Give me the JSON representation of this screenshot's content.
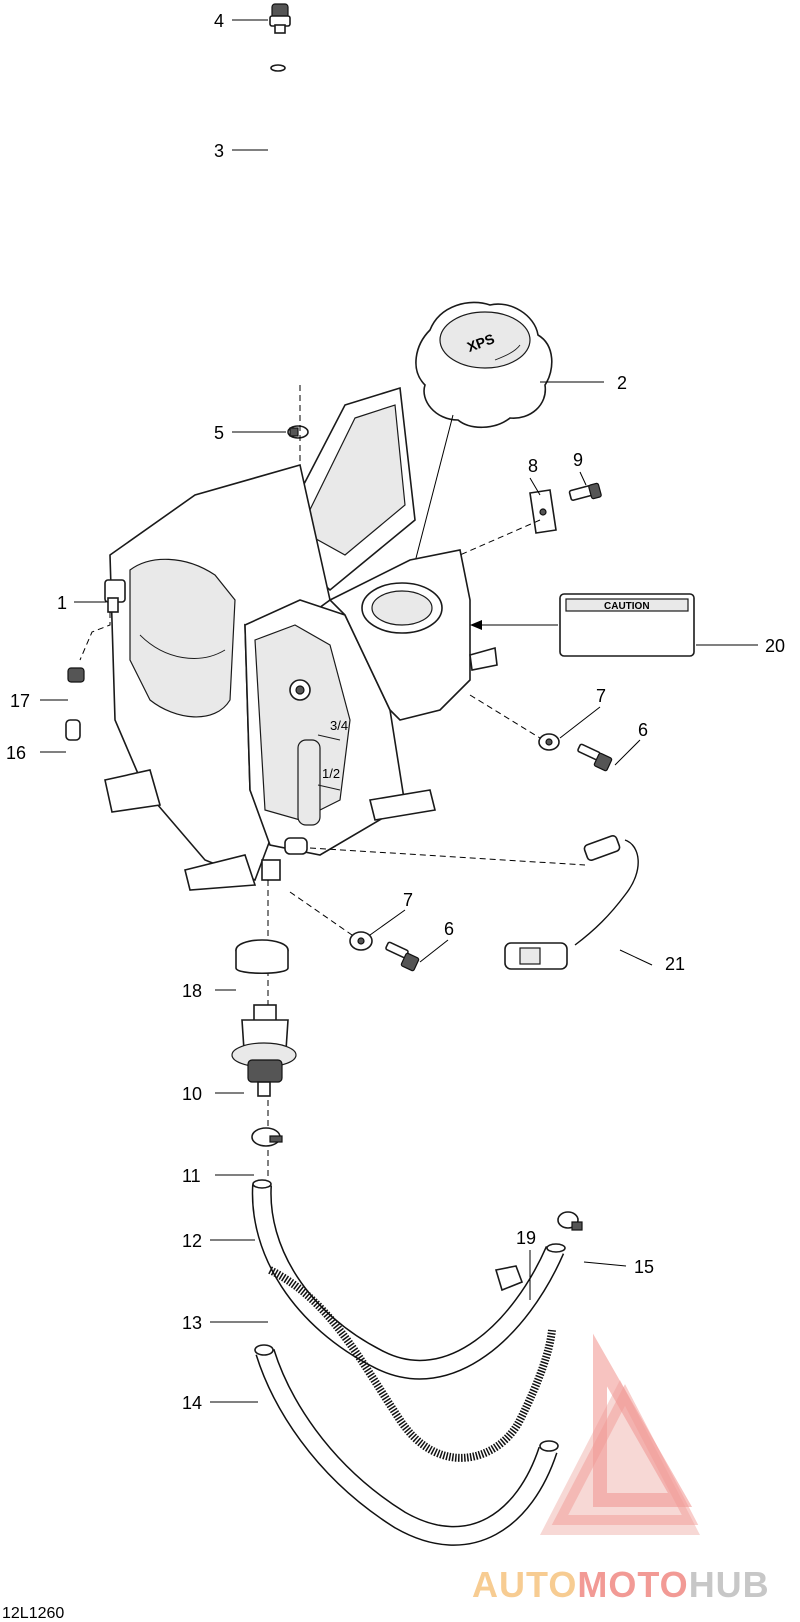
{
  "diagram": {
    "callouts": [
      {
        "id": "c1",
        "label": "1"
      },
      {
        "id": "c2",
        "label": "2"
      },
      {
        "id": "c3",
        "label": "3"
      },
      {
        "id": "c4",
        "label": "4"
      },
      {
        "id": "c5",
        "label": "5"
      },
      {
        "id": "c6a",
        "label": "6"
      },
      {
        "id": "c6b",
        "label": "6"
      },
      {
        "id": "c7a",
        "label": "7"
      },
      {
        "id": "c7b",
        "label": "7"
      },
      {
        "id": "c8",
        "label": "8"
      },
      {
        "id": "c9",
        "label": "9"
      },
      {
        "id": "c10",
        "label": "10"
      },
      {
        "id": "c11",
        "label": "11"
      },
      {
        "id": "c12",
        "label": "12"
      },
      {
        "id": "c13",
        "label": "13"
      },
      {
        "id": "c14",
        "label": "14"
      },
      {
        "id": "c15",
        "label": "15"
      },
      {
        "id": "c16",
        "label": "16"
      },
      {
        "id": "c17",
        "label": "17"
      },
      {
        "id": "c18",
        "label": "18"
      },
      {
        "id": "c19",
        "label": "19"
      },
      {
        "id": "c20",
        "label": "20"
      },
      {
        "id": "c21",
        "label": "21"
      }
    ],
    "caution_label": "CAUTION",
    "cap_logo": "XPS",
    "level_marks": [
      "3/4",
      "1/2"
    ],
    "drawing_code": "12L1260"
  },
  "watermark": {
    "text_part1": "AUTO",
    "text_part2": "MOTO",
    "text_part3": "HUB",
    "colors": {
      "red": "#e8483f",
      "orange": "#f2a33a",
      "grey": "#9a9a9a"
    }
  }
}
